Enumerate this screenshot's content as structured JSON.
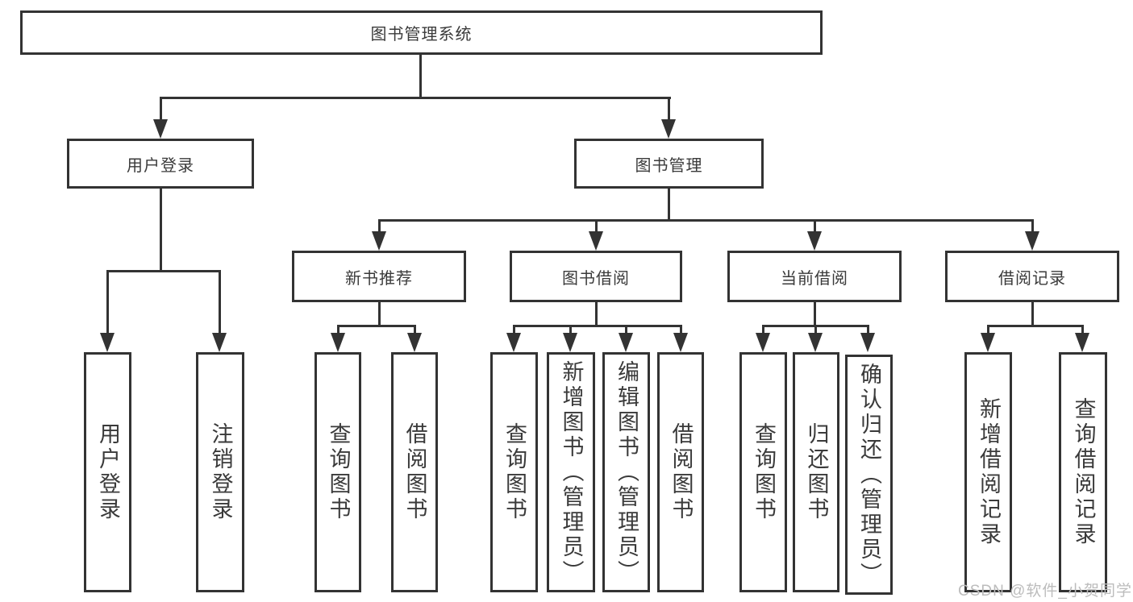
{
  "tree": {
    "root": {
      "label": "图书管理系统",
      "children": [
        {
          "label": "用户登录",
          "children": [
            {
              "label": "用户登录"
            },
            {
              "label": "注销登录"
            }
          ]
        },
        {
          "label": "图书管理",
          "children": [
            {
              "label": "新书推荐",
              "children": [
                {
                  "label": "查询图书"
                },
                {
                  "label": "借阅图书"
                }
              ]
            },
            {
              "label": "图书借阅",
              "children": [
                {
                  "label": "查询图书"
                },
                {
                  "label": "新增图书（管理员）"
                },
                {
                  "label": "编辑图书（管理员）"
                },
                {
                  "label": "借阅图书"
                }
              ]
            },
            {
              "label": "当前借阅",
              "children": [
                {
                  "label": "查询图书"
                },
                {
                  "label": "归还图书"
                },
                {
                  "label": "确认归还（管理员）"
                }
              ]
            },
            {
              "label": "借阅记录",
              "children": [
                {
                  "label": "新增借阅记录"
                },
                {
                  "label": "查询借阅记录"
                }
              ]
            }
          ]
        }
      ]
    }
  },
  "watermark": {
    "text": "CSDN @软件_小贺同学"
  },
  "colors": {
    "line": "#333333",
    "text": "#3a3a3a",
    "box_bg": "#ffffff",
    "watermark": "#bcbcbc"
  }
}
